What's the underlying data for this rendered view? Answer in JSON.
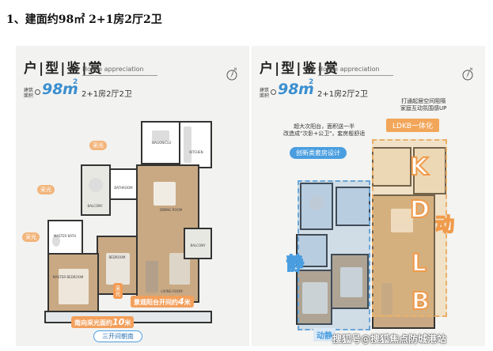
{
  "heading": "1、建面约98㎡ 2+1房2厅2卫",
  "cards": [
    {
      "title": "户|型|鉴|赏",
      "subtitle_en": "House appreciation",
      "area_label": "建筑面积",
      "area_value": "98",
      "area_unit": "m",
      "area_sup": "2",
      "layout": "2+1房2厅2卫"
    },
    {
      "title": "户|型|鉴|赏",
      "subtitle_en": "House appreciation",
      "area_label": "建筑面积",
      "area_value": "98",
      "area_unit": "m",
      "area_sup": "2",
      "layout": "2+1房2厅2卫"
    }
  ],
  "left_plan": {
    "sun_tags": [
      "采光",
      "采光",
      "采光"
    ],
    "room_labels": {
      "walkin": "WALKIN/CLO",
      "kitchen": "KITCHEN",
      "bathroom": "BATHROOM",
      "balcony": "BALCONY",
      "dining": "DINING ROOM",
      "living": "LIVING ROOM",
      "master_bath": "MASTER BATH",
      "bedroom": "BEDROOM",
      "master_bedroom": "MASTER BEDROOM",
      "balcony2": "BALCONY"
    },
    "vertical_tag": "采光",
    "measure1": {
      "pre": "景观阳台开间约",
      "num": "4",
      "post": "米"
    },
    "measure2": {
      "pre": "南向采光面约",
      "num": "10",
      "post": "米"
    },
    "sanke": "三开间朝南"
  },
  "right_plan": {
    "note_top": "打通起居空间阻隔\n家庭互动氛围感UP",
    "ldkb": "LDKB一体化",
    "note_left": "超大次阳台，面积送一半\n改造成\"次卧+公卫\"，套房般舒适",
    "tag_blue": "创新类套房设计",
    "letters": [
      "K",
      "D",
      "L",
      "B"
    ],
    "dong": "动",
    "jing": "静",
    "dong_bottom": "动静",
    "watermark": "搜狐号@搜狐焦点防城港站"
  }
}
